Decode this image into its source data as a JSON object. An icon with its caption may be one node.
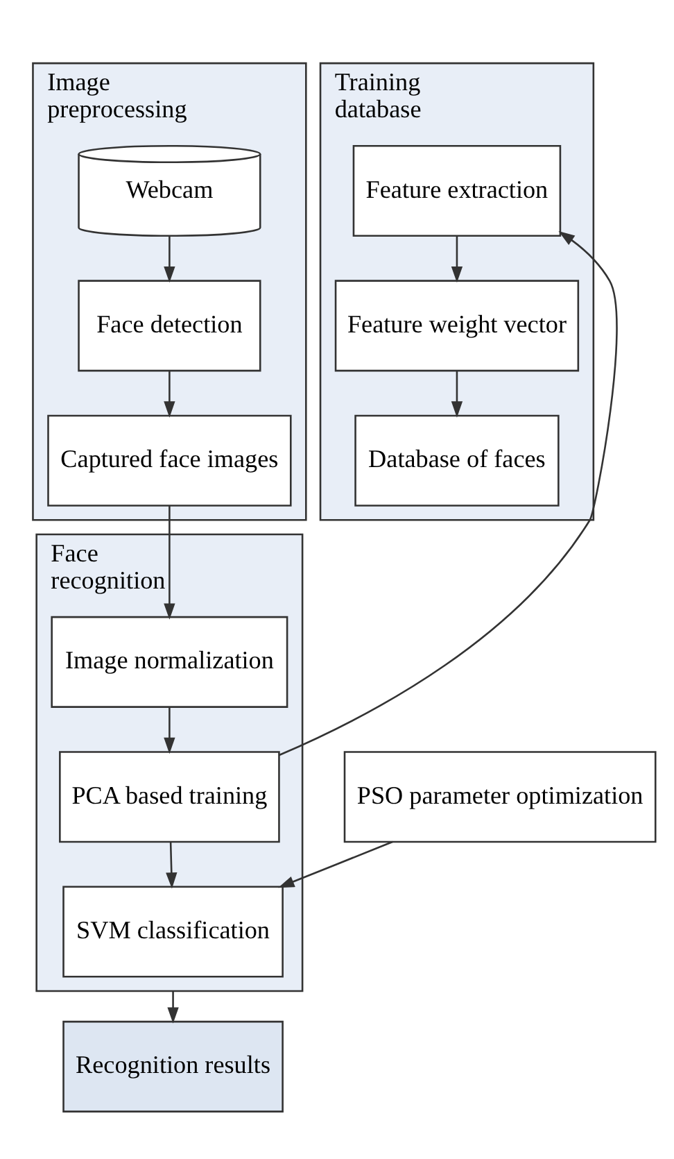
{
  "diagram": {
    "nodes": [
      {
        "text": [
          "Image preprocessing"
        ]
      },
      {
        "text": [
          "Webcam"
        ],
        "in": 0
      },
      {
        "text": [
          "Face detection"
        ],
        "in": 0
      },
      {
        "text": [
          "Captured face images"
        ],
        "in": 0
      },
      {
        "text": [
          "Face recognition"
        ]
      },
      {
        "text": [
          "Image normalization"
        ],
        "in": 4
      },
      {
        "text": [
          "PCA based training"
        ],
        "in": 4
      },
      {
        "text": [
          "SVM classification"
        ],
        "in": 4
      },
      {
        "text": [
          "Training database"
        ]
      },
      {
        "text": [
          "Feature extraction"
        ],
        "in": 8
      },
      {
        "text": [
          "Feature weight vector"
        ],
        "in": 8
      },
      {
        "text": [
          "Database of faces"
        ],
        "in": 8
      },
      {
        "text": [
          "PSO parameter optimization"
        ]
      },
      {
        "text": [
          "Recognition results"
        ]
      }
    ],
    "edges": [
      {
        "from": 1,
        "to": 2,
        "arrow": "to"
      },
      {
        "from": 2,
        "to": 3,
        "arrow": "to"
      },
      {
        "from": 3,
        "to": 5,
        "arrow": "to"
      },
      {
        "from": 5,
        "to": 6,
        "arrow": "to"
      },
      {
        "from": 6,
        "to": 9,
        "arrow": "to"
      },
      {
        "from": 9,
        "to": 10,
        "arrow": "to"
      },
      {
        "from": 10,
        "to": 11,
        "arrow": "to"
      },
      {
        "from": 6,
        "to": 7,
        "arrow": "to"
      },
      {
        "from": 12,
        "to": 7,
        "arrow": "to"
      },
      {
        "from": 4,
        "to": 13,
        "arrow": "to"
      }
    ]
  }
}
